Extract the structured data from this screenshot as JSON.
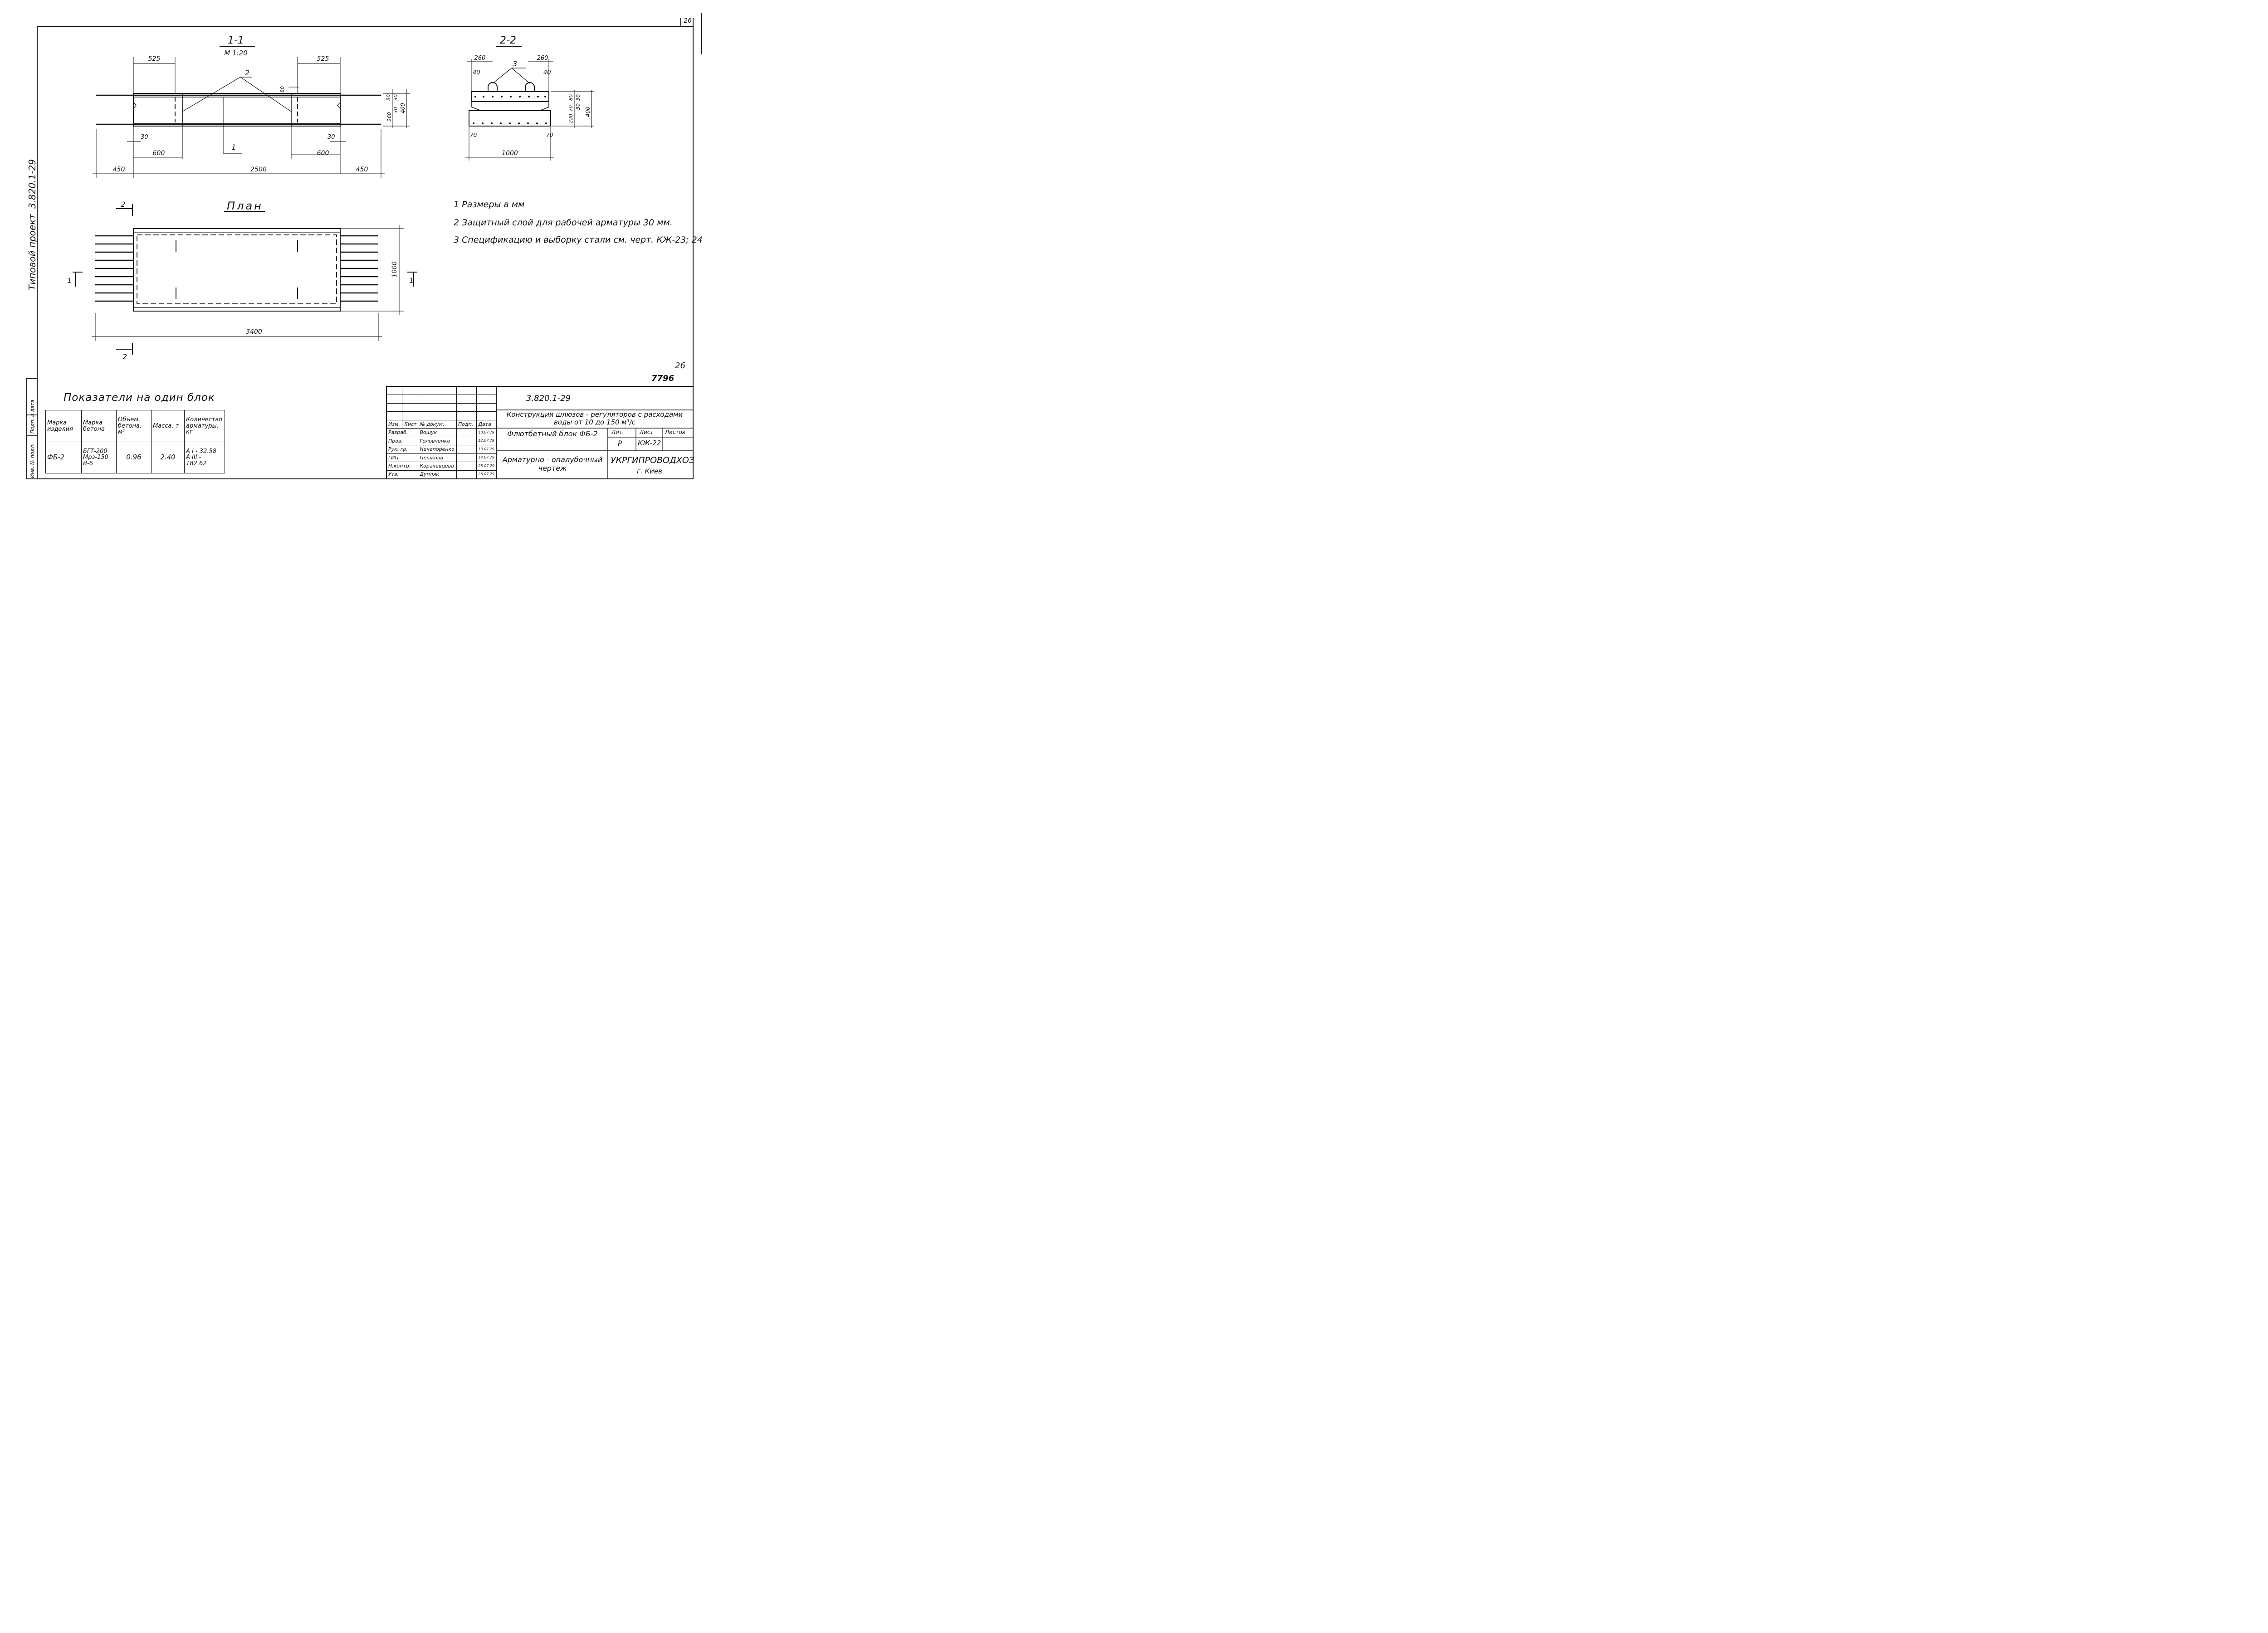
{
  "sheet_number_top": "26",
  "side_labels": {
    "project_prefix": "Типовой  проект",
    "project_code": "3.820.1-29",
    "inv_no": "Инв. № подл.",
    "signature_date": "Подп. и дата"
  },
  "section_1_1": {
    "title": "1-1",
    "scale": "М 1:20",
    "dims": {
      "d525_left": "525",
      "d525_right": "525",
      "d30_left": "30",
      "d30_right": "30",
      "d600_left": "600",
      "d600_right": "600",
      "d450_left": "450",
      "d2500": "2500",
      "d450_right": "450",
      "d80": "80",
      "v80": "80",
      "v30a": "30",
      "v30b": "30",
      "v260": "260",
      "v400": "400"
    },
    "callout_2": "2",
    "callout_1": "1"
  },
  "section_2_2": {
    "title": "2-2",
    "dims": {
      "d260_left": "260",
      "d260_right": "260",
      "d40_left": "40",
      "d40_right": "40",
      "d70_left": "70",
      "d70_right": "70",
      "d1000": "1000",
      "v80": "80",
      "v30a": "30",
      "v30b": "30",
      "v220": "220",
      "v70": "70",
      "v400": "400"
    },
    "callout_3": "3"
  },
  "plan": {
    "title": "План",
    "dims": {
      "d1000": "1000",
      "d3400": "3400"
    },
    "cut_2_top": "2",
    "cut_2_bottom": "2",
    "cut_1_left": "1",
    "cut_1_right": "1"
  },
  "notes": [
    "1 Размеры в мм",
    "2 Защитный  слой для рабочей арматуры 30 мм.",
    "3 Спецификацию и выборку стали см. черт. КЖ-23; 24"
  ],
  "indicators": {
    "title": "Показатели на один блок",
    "headers": [
      "Марка изделия",
      "Марка бетона",
      "Объем. бетона, м³",
      "Масса, т",
      "Количество арматуры, кг"
    ],
    "row": {
      "mark": "ФБ-2",
      "concrete": "БГТ-200 Мрз-150 В-6",
      "volume": "0.96",
      "mass": "2.40",
      "rebar_a1": "А I - 32.58",
      "rebar_a3": "А III - 182.62"
    }
  },
  "sheet_corner_number": "26",
  "archive_number": "7796",
  "title_block": {
    "doc_code": "3.820.1-29",
    "project_title": "Конструкции  шлюзов - регуляторов  с расходами  воды  от  10  до  150  м³/с",
    "element_title": "Флютбетный  блок ФБ-2",
    "drawing_type": "Арматурно - опалубочный чертеж",
    "org": "УКРГИПРОВОДХОЗ",
    "city": "г. Киев",
    "col_headers": [
      "Изм.",
      "Лист",
      "№ докум.",
      "Подп.",
      "Дата"
    ],
    "lit_label": "Лит.",
    "sheet_label": "Лист",
    "sheets_label": "Листов",
    "lit_value": "Р",
    "sheet_value": "КЖ-22",
    "sheets_value": "",
    "roles": [
      {
        "role": "Разраб.",
        "name": "Вощук",
        "date": "10.07.79"
      },
      {
        "role": "Пров.",
        "name": "Головченко",
        "date": "12.07.79"
      },
      {
        "role": "Рук. гр.",
        "name": "Нечепоренко",
        "date": "13.07.79"
      },
      {
        "role": "ГИП",
        "name": "Пешкова",
        "date": "14.07.79"
      },
      {
        "role": "Н.контр.",
        "name": "Корачевцева",
        "date": "25.07.79"
      },
      {
        "role": "Утв.",
        "name": "Дупляк",
        "date": "26.07.79"
      }
    ]
  }
}
